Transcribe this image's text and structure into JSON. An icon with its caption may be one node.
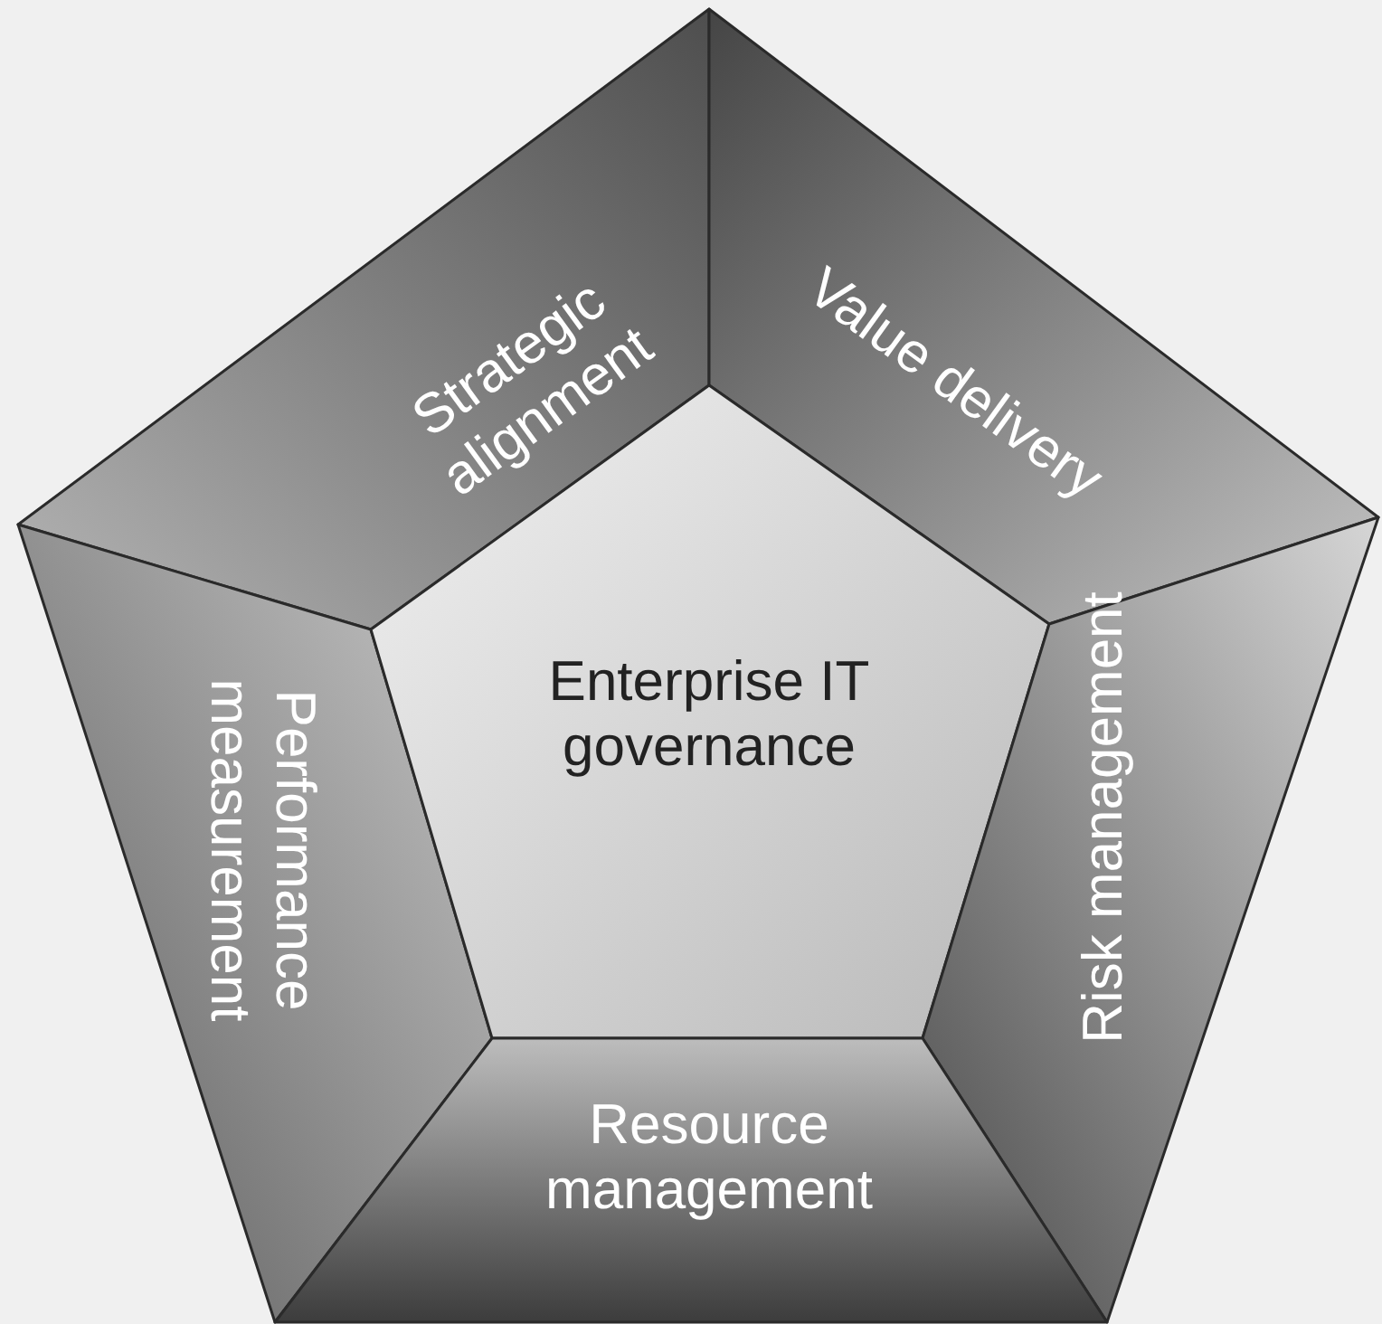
{
  "diagram": {
    "nodes": [
      {
        "text": [
          "Strategic alignment"
        ]
      },
      {
        "text": [
          "Value delivery"
        ]
      },
      {
        "text": [
          "Performance measurement"
        ]
      },
      {
        "text": [
          "Enterprise IT governance"
        ]
      },
      {
        "text": [
          "Risk management"
        ]
      },
      {
        "text": [
          "Resource management"
        ]
      }
    ]
  }
}
